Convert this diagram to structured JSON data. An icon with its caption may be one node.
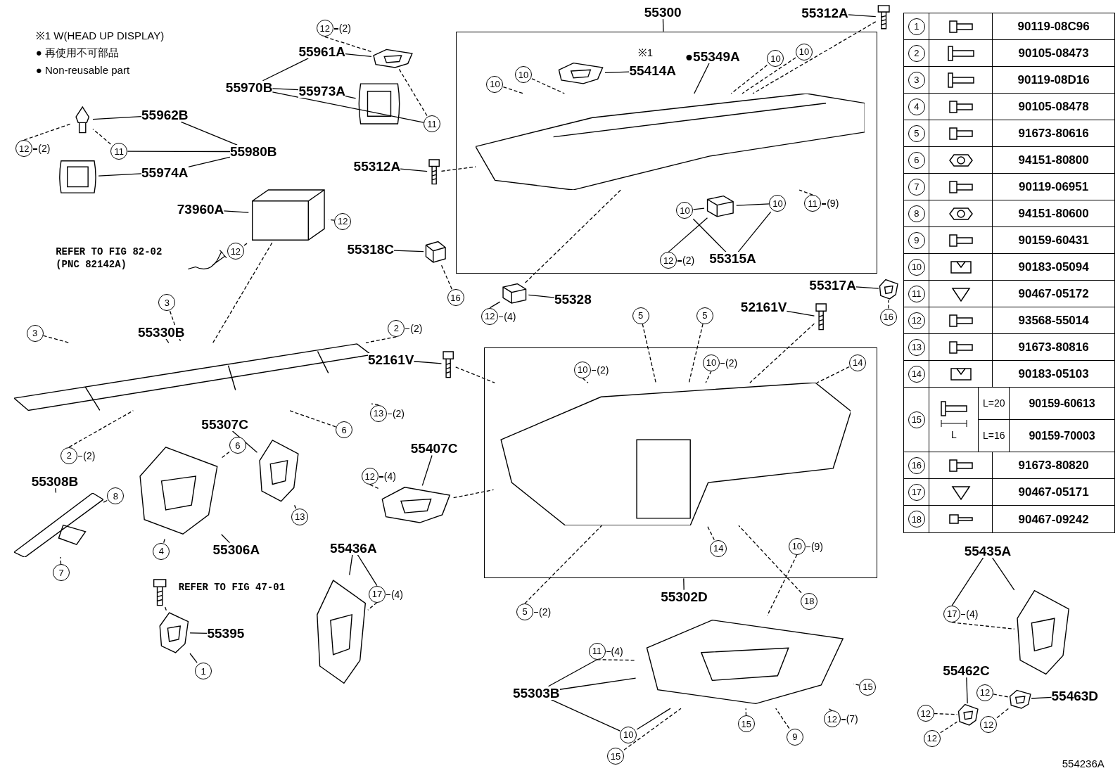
{
  "diagram": {
    "nodes": [
      {
        "text": [
          "55962B"
        ]
      },
      {
        "text": [],
        "shape": "picture"
      },
      {
        "text": [
          "12"
        ],
        "beside": [
          "(2)"
        ]
      },
      {
        "text": [
          "11"
        ]
      },
      {
        "text": [
          "55980B"
        ]
      },
      {
        "text": [
          "55974A"
        ]
      },
      {
        "text": [],
        "shape": "picture"
      },
      {
        "text": [
          "12"
        ],
        "beside": [
          "(2)"
        ]
      },
      {
        "text": [
          "55961A"
        ]
      },
      {
        "text": [],
        "shape": "picture"
      },
      {
        "text": [
          "55970B"
        ]
      },
      {
        "text": [
          "55973A"
        ]
      },
      {
        "text": [],
        "shape": "picture"
      },
      {
        "text": [
          "11"
        ]
      },
      {
        "text": [
          "73960A"
        ]
      },
      {
        "text": [],
        "shape": "picture"
      },
      {
        "text": [
          "12"
        ]
      },
      {
        "text": [
          "12"
        ]
      },
      {
        "text": [],
        "shape": "picture"
      },
      {
        "text": [
          "3"
        ]
      },
      {
        "text": [
          "3"
        ]
      },
      {
        "text": [
          "55330B"
        ]
      },
      {
        "text": [
          "2"
        ],
        "beside": [
          "(2)"
        ]
      },
      {
        "text": [
          "6"
        ]
      },
      {
        "text": [
          "13"
        ],
        "beside": [
          "(2)"
        ]
      },
      {
        "text": [
          "2"
        ],
        "beside": [
          "(2)"
        ]
      },
      {
        "text": [
          "55307C"
        ]
      },
      {
        "text": [],
        "shape": "picture"
      },
      {
        "text": [
          "13"
        ]
      },
      {
        "text": [
          "6"
        ]
      },
      {
        "text": [],
        "shape": "picture"
      },
      {
        "text": [
          "4"
        ]
      },
      {
        "text": [
          "55306A"
        ]
      },
      {
        "text": [
          "55308B"
        ]
      },
      {
        "text": [],
        "shape": "picture"
      },
      {
        "text": [
          "8"
        ]
      },
      {
        "text": [
          "7"
        ]
      },
      {
        "text": [],
        "shape": "picture"
      },
      {
        "text": [
          "55395"
        ]
      },
      {
        "text": [],
        "shape": "picture"
      },
      {
        "text": [
          "1"
        ]
      },
      {
        "text": [
          "55312A"
        ]
      },
      {
        "text": [],
        "shape": "picture"
      },
      {
        "text": [
          "55318C"
        ]
      },
      {
        "text": [],
        "shape": "picture"
      },
      {
        "text": [
          "16"
        ]
      },
      {
        "text": [
          "55328"
        ]
      },
      {
        "text": [],
        "shape": "picture"
      },
      {
        "text": [
          "12"
        ],
        "beside": [
          "(4)"
        ]
      },
      {
        "text": [
          "55300"
        ]
      },
      {
        "text": [],
        "shape": "box"
      },
      {
        "text": [],
        "shape": "picture",
        "in": 50
      },
      {
        "text": [
          "55414A"
        ],
        "in": 50
      },
      {
        "text": [],
        "shape": "picture",
        "in": 50
      },
      {
        "text": [
          "●55349A"
        ],
        "in": 50
      },
      {
        "text": [
          "10"
        ],
        "in": 50
      },
      {
        "text": [
          "10"
        ],
        "in": 50
      },
      {
        "text": [
          "10"
        ],
        "in": 50
      },
      {
        "text": [
          "10"
        ],
        "in": 50
      },
      {
        "text": [
          "11"
        ],
        "beside": [
          "(9)"
        ],
        "in": 50
      },
      {
        "text": [],
        "shape": "picture",
        "in": 50
      },
      {
        "text": [
          "10"
        ],
        "in": 50
      },
      {
        "text": [
          "10"
        ],
        "in": 50
      },
      {
        "text": [
          "12"
        ],
        "beside": [
          "(2)"
        ],
        "in": 50
      },
      {
        "text": [
          "55315A"
        ],
        "in": 50
      },
      {
        "text": [
          "55312A"
        ]
      },
      {
        "text": [],
        "shape": "picture"
      },
      {
        "text": [
          "55317A"
        ]
      },
      {
        "text": [],
        "shape": "picture"
      },
      {
        "text": [
          "16"
        ]
      },
      {
        "text": [
          "52161V"
        ]
      },
      {
        "text": [],
        "shape": "picture"
      },
      {
        "text": [
          "52161V"
        ]
      },
      {
        "text": [],
        "shape": "picture"
      },
      {
        "text": [
          "5"
        ]
      },
      {
        "text": [
          "5"
        ]
      },
      {
        "text": [],
        "shape": "box"
      },
      {
        "text": [],
        "shape": "picture",
        "in": 76
      },
      {
        "text": [
          "10"
        ],
        "beside": [
          "(2)"
        ],
        "in": 76
      },
      {
        "text": [
          "10"
        ],
        "beside": [
          "(2)"
        ],
        "in": 76
      },
      {
        "text": [
          "14"
        ],
        "in": 76
      },
      {
        "text": [
          "14"
        ],
        "in": 76
      },
      {
        "text": [
          "10"
        ],
        "beside": [
          "(9)"
        ],
        "in": 76
      },
      {
        "text": [
          "55302D"
        ]
      },
      {
        "text": [
          "5"
        ],
        "beside": [
          "(2)"
        ]
      },
      {
        "text": [
          "18"
        ]
      },
      {
        "text": [
          "55407C"
        ]
      },
      {
        "text": [],
        "shape": "picture"
      },
      {
        "text": [
          "12"
        ],
        "beside": [
          "(4)"
        ]
      },
      {
        "text": [
          "55436A"
        ]
      },
      {
        "text": [],
        "shape": "picture"
      },
      {
        "text": [
          "17"
        ],
        "beside": [
          "(4)"
        ]
      },
      {
        "text": [
          "55303B"
        ]
      },
      {
        "text": [],
        "shape": "picture"
      },
      {
        "text": [
          "11"
        ],
        "beside": [
          "(4)"
        ]
      },
      {
        "text": [
          "10"
        ]
      },
      {
        "text": [
          "15"
        ]
      },
      {
        "text": [
          "15"
        ]
      },
      {
        "text": [
          "9"
        ]
      },
      {
        "text": [
          "12"
        ],
        "beside": [
          "(7)"
        ]
      },
      {
        "text": [
          "15"
        ]
      },
      {
        "text": [
          "55435A"
        ]
      },
      {
        "text": [],
        "shape": "picture"
      },
      {
        "text": [
          "17"
        ],
        "beside": [
          "(4)"
        ]
      },
      {
        "text": [
          "55462C"
        ]
      },
      {
        "text": [],
        "shape": "picture"
      },
      {
        "text": [
          "55463D"
        ]
      },
      {
        "text": [],
        "shape": "picture"
      },
      {
        "text": [
          "12"
        ]
      },
      {
        "text": [
          "12"
        ]
      },
      {
        "text": [
          "12"
        ]
      },
      {
        "text": [
          "12"
        ]
      }
    ],
    "edges": [
      {
        "from": 0,
        "to": 1,
        "arrow": "none"
      },
      {
        "from": 2,
        "to": 1,
        "arrow": "none",
        "style": "dashed"
      },
      {
        "from": 3,
        "to": 1,
        "arrow": "none",
        "style": "dashed"
      },
      {
        "from": 4,
        "to": 0,
        "arrow": "none"
      },
      {
        "from": 4,
        "to": 3,
        "arrow": "none"
      },
      {
        "from": 4,
        "to": 5,
        "arrow": "none"
      },
      {
        "from": 5,
        "to": 6,
        "arrow": "none"
      },
      {
        "from": 7,
        "to": 9,
        "arrow": "none",
        "style": "dashed"
      },
      {
        "from": 8,
        "to": 9,
        "arrow": "none"
      },
      {
        "from": 10,
        "to": 8,
        "arrow": "none"
      },
      {
        "from": 10,
        "to": 11,
        "arrow": "none"
      },
      {
        "from": 10,
        "to": 13,
        "arrow": "none"
      },
      {
        "from": 11,
        "to": 12,
        "arrow": "none"
      },
      {
        "from": 13,
        "to": 9,
        "arrow": "none",
        "style": "dashed"
      },
      {
        "from": 14,
        "to": 15,
        "arrow": "none"
      },
      {
        "from": 16,
        "to": 15,
        "arrow": "none",
        "style": "dashed"
      },
      {
        "from": 17,
        "to": 15,
        "arrow": "none",
        "style": "dashed"
      },
      {
        "from": 15,
        "to": 18,
        "arrow": "none",
        "style": "dashed"
      },
      {
        "from": 19,
        "to": 18,
        "arrow": "none",
        "style": "dashed"
      },
      {
        "from": 20,
        "to": 18,
        "arrow": "none",
        "style": "dashed"
      },
      {
        "from": 21,
        "to": 18,
        "arrow": "none"
      },
      {
        "from": 22,
        "to": 18,
        "arrow": "none",
        "style": "dashed"
      },
      {
        "from": 23,
        "to": 18,
        "arrow": "none",
        "style": "dashed"
      },
      {
        "from": 24,
        "to": 18,
        "arrow": "none",
        "style": "dashed"
      },
      {
        "from": 25,
        "to": 18,
        "arrow": "none",
        "style": "dashed"
      },
      {
        "from": 26,
        "to": 27,
        "arrow": "none"
      },
      {
        "from": 28,
        "to": 27,
        "arrow": "none",
        "style": "dashed"
      },
      {
        "from": 29,
        "to": 30,
        "arrow": "none",
        "style": "dashed"
      },
      {
        "from": 31,
        "to": 30,
        "arrow": "none"
      },
      {
        "from": 32,
        "to": 30,
        "arrow": "none"
      },
      {
        "from": 33,
        "to": 34,
        "arrow": "none"
      },
      {
        "from": 35,
        "to": 34,
        "arrow": "none"
      },
      {
        "from": 36,
        "to": 34,
        "arrow": "none",
        "style": "dashed"
      },
      {
        "from": 37,
        "to": 39,
        "arrow": "none",
        "style": "dashed"
      },
      {
        "from": 38,
        "to": 39,
        "arrow": "none"
      },
      {
        "from": 40,
        "to": 39,
        "arrow": "none"
      },
      {
        "from": 41,
        "to": 42,
        "arrow": "none"
      },
      {
        "from": 42,
        "to": 51,
        "arrow": "none",
        "style": "dashed"
      },
      {
        "from": 43,
        "to": 44,
        "arrow": "none"
      },
      {
        "from": 45,
        "to": 44,
        "arrow": "none",
        "style": "dashed"
      },
      {
        "from": 46,
        "to": 47,
        "arrow": "none"
      },
      {
        "from": 48,
        "to": 47,
        "arrow": "none"
      },
      {
        "from": 47,
        "to": 51,
        "arrow": "none",
        "style": "dashed"
      },
      {
        "from": 49,
        "to": 50,
        "arrow": "none"
      },
      {
        "from": 52,
        "to": 53,
        "arrow": "none"
      },
      {
        "from": 54,
        "to": 51,
        "arrow": "none"
      },
      {
        "from": 55,
        "to": 51,
        "arrow": "none",
        "style": "dashed"
      },
      {
        "from": 56,
        "to": 51,
        "arrow": "none",
        "style": "dashed"
      },
      {
        "from": 57,
        "to": 51,
        "arrow": "none",
        "style": "dashed"
      },
      {
        "from": 58,
        "to": 51,
        "arrow": "none",
        "style": "dashed"
      },
      {
        "from": 59,
        "to": 51,
        "arrow": "none",
        "style": "dashed"
      },
      {
        "from": 61,
        "to": 60,
        "arrow": "none"
      },
      {
        "from": 62,
        "to": 60,
        "arrow": "none"
      },
      {
        "from": 64,
        "to": 61,
        "arrow": "none"
      },
      {
        "from": 64,
        "to": 62,
        "arrow": "none"
      },
      {
        "from": 63,
        "to": 60,
        "arrow": "none"
      },
      {
        "from": 65,
        "to": 66,
        "arrow": "none"
      },
      {
        "from": 66,
        "to": 51,
        "arrow": "none",
        "style": "dashed"
      },
      {
        "from": 67,
        "to": 68,
        "arrow": "none"
      },
      {
        "from": 69,
        "to": 68,
        "arrow": "none",
        "style": "dashed"
      },
      {
        "from": 70,
        "to": 71,
        "arrow": "none"
      },
      {
        "from": 71,
        "to": 77,
        "arrow": "none",
        "style": "dashed"
      },
      {
        "from": 72,
        "to": 73,
        "arrow": "none"
      },
      {
        "from": 73,
        "to": 77,
        "arrow": "none",
        "style": "dashed"
      },
      {
        "from": 74,
        "to": 77,
        "arrow": "none",
        "style": "dashed"
      },
      {
        "from": 75,
        "to": 77,
        "arrow": "none",
        "style": "dashed"
      },
      {
        "from": 78,
        "to": 77,
        "arrow": "none",
        "style": "dashed"
      },
      {
        "from": 79,
        "to": 77,
        "arrow": "none",
        "style": "dashed"
      },
      {
        "from": 80,
        "to": 77,
        "arrow": "none",
        "style": "dashed"
      },
      {
        "from": 81,
        "to": 77,
        "arrow": "none",
        "style": "dashed"
      },
      {
        "from": 82,
        "to": 93,
        "arrow": "none",
        "style": "dashed"
      },
      {
        "from": 83,
        "to": 76,
        "arrow": "none"
      },
      {
        "from": 84,
        "to": 77,
        "arrow": "none",
        "style": "dashed"
      },
      {
        "from": 85,
        "to": 77,
        "arrow": "none",
        "style": "dashed"
      },
      {
        "from": 86,
        "to": 87,
        "arrow": "none"
      },
      {
        "from": 88,
        "to": 87,
        "arrow": "none",
        "style": "dashed"
      },
      {
        "from": 87,
        "to": 77,
        "arrow": "none",
        "style": "dashed"
      },
      {
        "from": 89,
        "to": 90,
        "arrow": "none"
      },
      {
        "from": 89,
        "to": 91,
        "arrow": "none"
      },
      {
        "from": 91,
        "to": 90,
        "arrow": "none",
        "style": "dashed"
      },
      {
        "from": 92,
        "to": 93,
        "arrow": "none"
      },
      {
        "from": 92,
        "to": 94,
        "arrow": "none"
      },
      {
        "from": 92,
        "to": 95,
        "arrow": "none"
      },
      {
        "from": 94,
        "to": 93,
        "arrow": "none",
        "style": "dashed"
      },
      {
        "from": 95,
        "to": 93,
        "arrow": "none"
      },
      {
        "from": 96,
        "to": 93,
        "arrow": "none",
        "style": "dashed"
      },
      {
        "from": 97,
        "to": 93,
        "arrow": "none",
        "style": "dashed"
      },
      {
        "from": 98,
        "to": 93,
        "arrow": "none",
        "style": "dashed"
      },
      {
        "from": 99,
        "to": 93,
        "arrow": "none",
        "style": "dashed"
      },
      {
        "from": 100,
        "to": 93,
        "arrow": "none",
        "style": "dashed"
      },
      {
        "from": 101,
        "to": 102,
        "arrow": "none"
      },
      {
        "from": 101,
        "to": 103,
        "arrow": "none"
      },
      {
        "from": 103,
        "to": 102,
        "arrow": "none",
        "style": "dashed"
      },
      {
        "from": 104,
        "to": 105,
        "arrow": "none"
      },
      {
        "from": 106,
        "to": 107,
        "arrow": "none"
      },
      {
        "from": 108,
        "to": 107,
        "arrow": "none",
        "style": "dashed"
      },
      {
        "from": 109,
        "to": 105,
        "arrow": "none",
        "style": "dashed"
      },
      {
        "from": 110,
        "to": 107,
        "arrow": "none",
        "style": "dashed"
      },
      {
        "from": 111,
        "to": 105,
        "arrow": "none",
        "style": "dashed"
      }
    ],
    "labels": [
      "※1 W(HEAD UP DISPLAY)",
      "● 再使用不可部品",
      "● Non-reusable part",
      "※1",
      "REFER TO FIG 82-02 (PNC 82142A)",
      "REFER TO FIG 47-01",
      "1",
      "90119-08C96",
      "2",
      "90105-08473",
      "3",
      "90119-08D16",
      "4",
      "90105-08478",
      "5",
      "91673-80616",
      "6",
      "94151-80800",
      "7",
      "90119-06951",
      "8",
      "94151-80600",
      "9",
      "90159-60431",
      "10",
      "90183-05094",
      "11",
      "90467-05172",
      "12",
      "93568-55014",
      "13",
      "91673-80816",
      "14",
      "90183-05103",
      "15",
      "L=20",
      "90159-60613",
      "L=16",
      "90159-70003",
      "L",
      "16",
      "91673-80820",
      "17",
      "90467-05171",
      "18",
      "90467-09242",
      "554236A"
    ]
  }
}
